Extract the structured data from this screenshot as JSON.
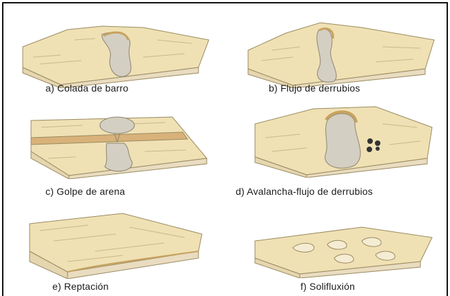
{
  "panels": [
    {
      "caption": "a) Colada de barro"
    },
    {
      "caption": "b) Flujo de derrubios"
    },
    {
      "caption": "c) Golpe de arena"
    },
    {
      "caption": "d) Avalancha-flujo de derrubios"
    },
    {
      "caption": "e) Reptación"
    },
    {
      "caption": "f) Solifluxión"
    }
  ],
  "colors": {
    "surface": "#efe1b4",
    "side": "#e9dcc0",
    "flow": "#d4cfc3",
    "sand_band": "#d8b27a",
    "scar": "#c8a25e"
  }
}
